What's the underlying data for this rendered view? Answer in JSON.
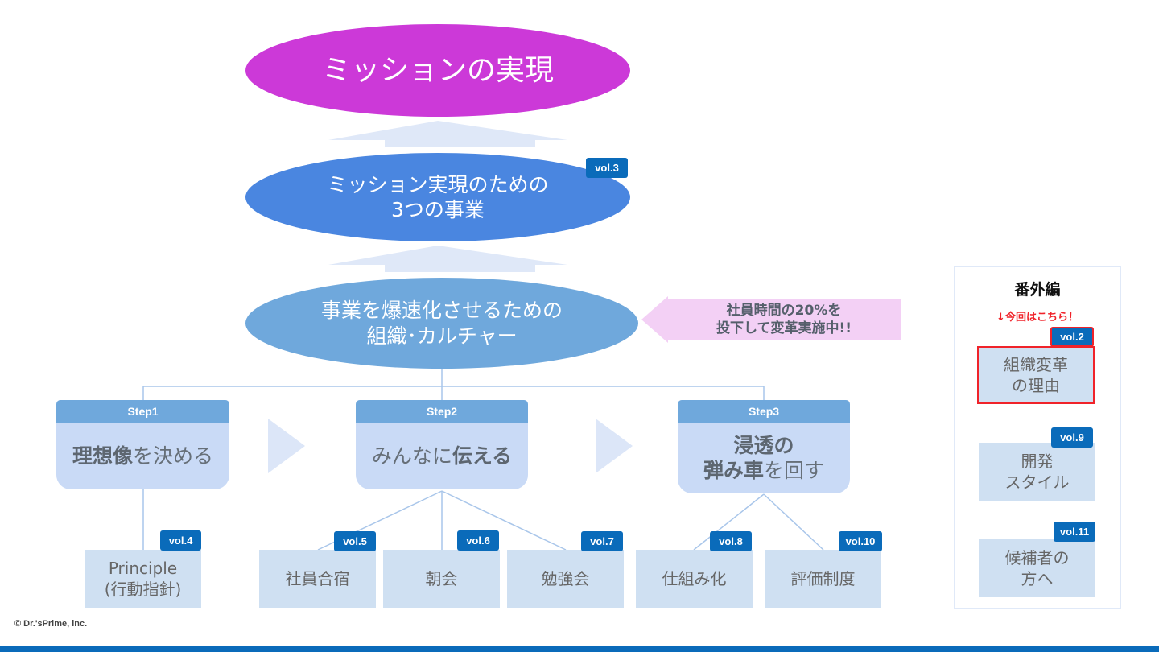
{
  "colors": {
    "mission": "#CC39D8",
    "business": "#4A86E0",
    "org": "#6FA8DC",
    "badge": "#0A6BBA",
    "highlight": "#F0232A",
    "callout": "#F3D0F5"
  },
  "hierarchy": {
    "mission": "ミッションの実現",
    "business": "ミッション実現のための\n3つの事業",
    "business_badge": "vol.3",
    "org": "事業を爆速化させるための\n組織･カルチャー"
  },
  "callout": {
    "line1": "社員時間の20%を",
    "line2": "投下して変革実施中!!"
  },
  "steps": [
    {
      "label": "Step1",
      "bold": "理想像",
      "rest": "を決める",
      "prefix": ""
    },
    {
      "label": "Step2",
      "prefix": "みんなに",
      "bold": "伝える",
      "rest": ""
    },
    {
      "label": "Step3",
      "line1": "浸透の",
      "bold": "弾み車",
      "rest": "を回す"
    }
  ],
  "sub_items": [
    {
      "text": "Principle\n(行動指針)",
      "badge": "vol.4"
    },
    {
      "text": "社員合宿",
      "badge": "vol.5"
    },
    {
      "text": "朝会",
      "badge": "vol.6"
    },
    {
      "text": "勉強会",
      "badge": "vol.7"
    },
    {
      "text": "仕組み化",
      "badge": "vol.8"
    },
    {
      "text": "評価制度",
      "badge": "vol.10"
    }
  ],
  "extra": {
    "title": "番外編",
    "note": "↓今回はこちら！",
    "items": [
      {
        "text": "組織変革\nの理由",
        "badge": "vol.2",
        "current": true
      },
      {
        "text": "開発\nスタイル",
        "badge": "vol.9",
        "current": false
      },
      {
        "text": "候補者の\n方へ",
        "badge": "vol.11",
        "current": false
      }
    ]
  },
  "footer": {
    "copyright": "© Dr.'sPrime, inc."
  }
}
